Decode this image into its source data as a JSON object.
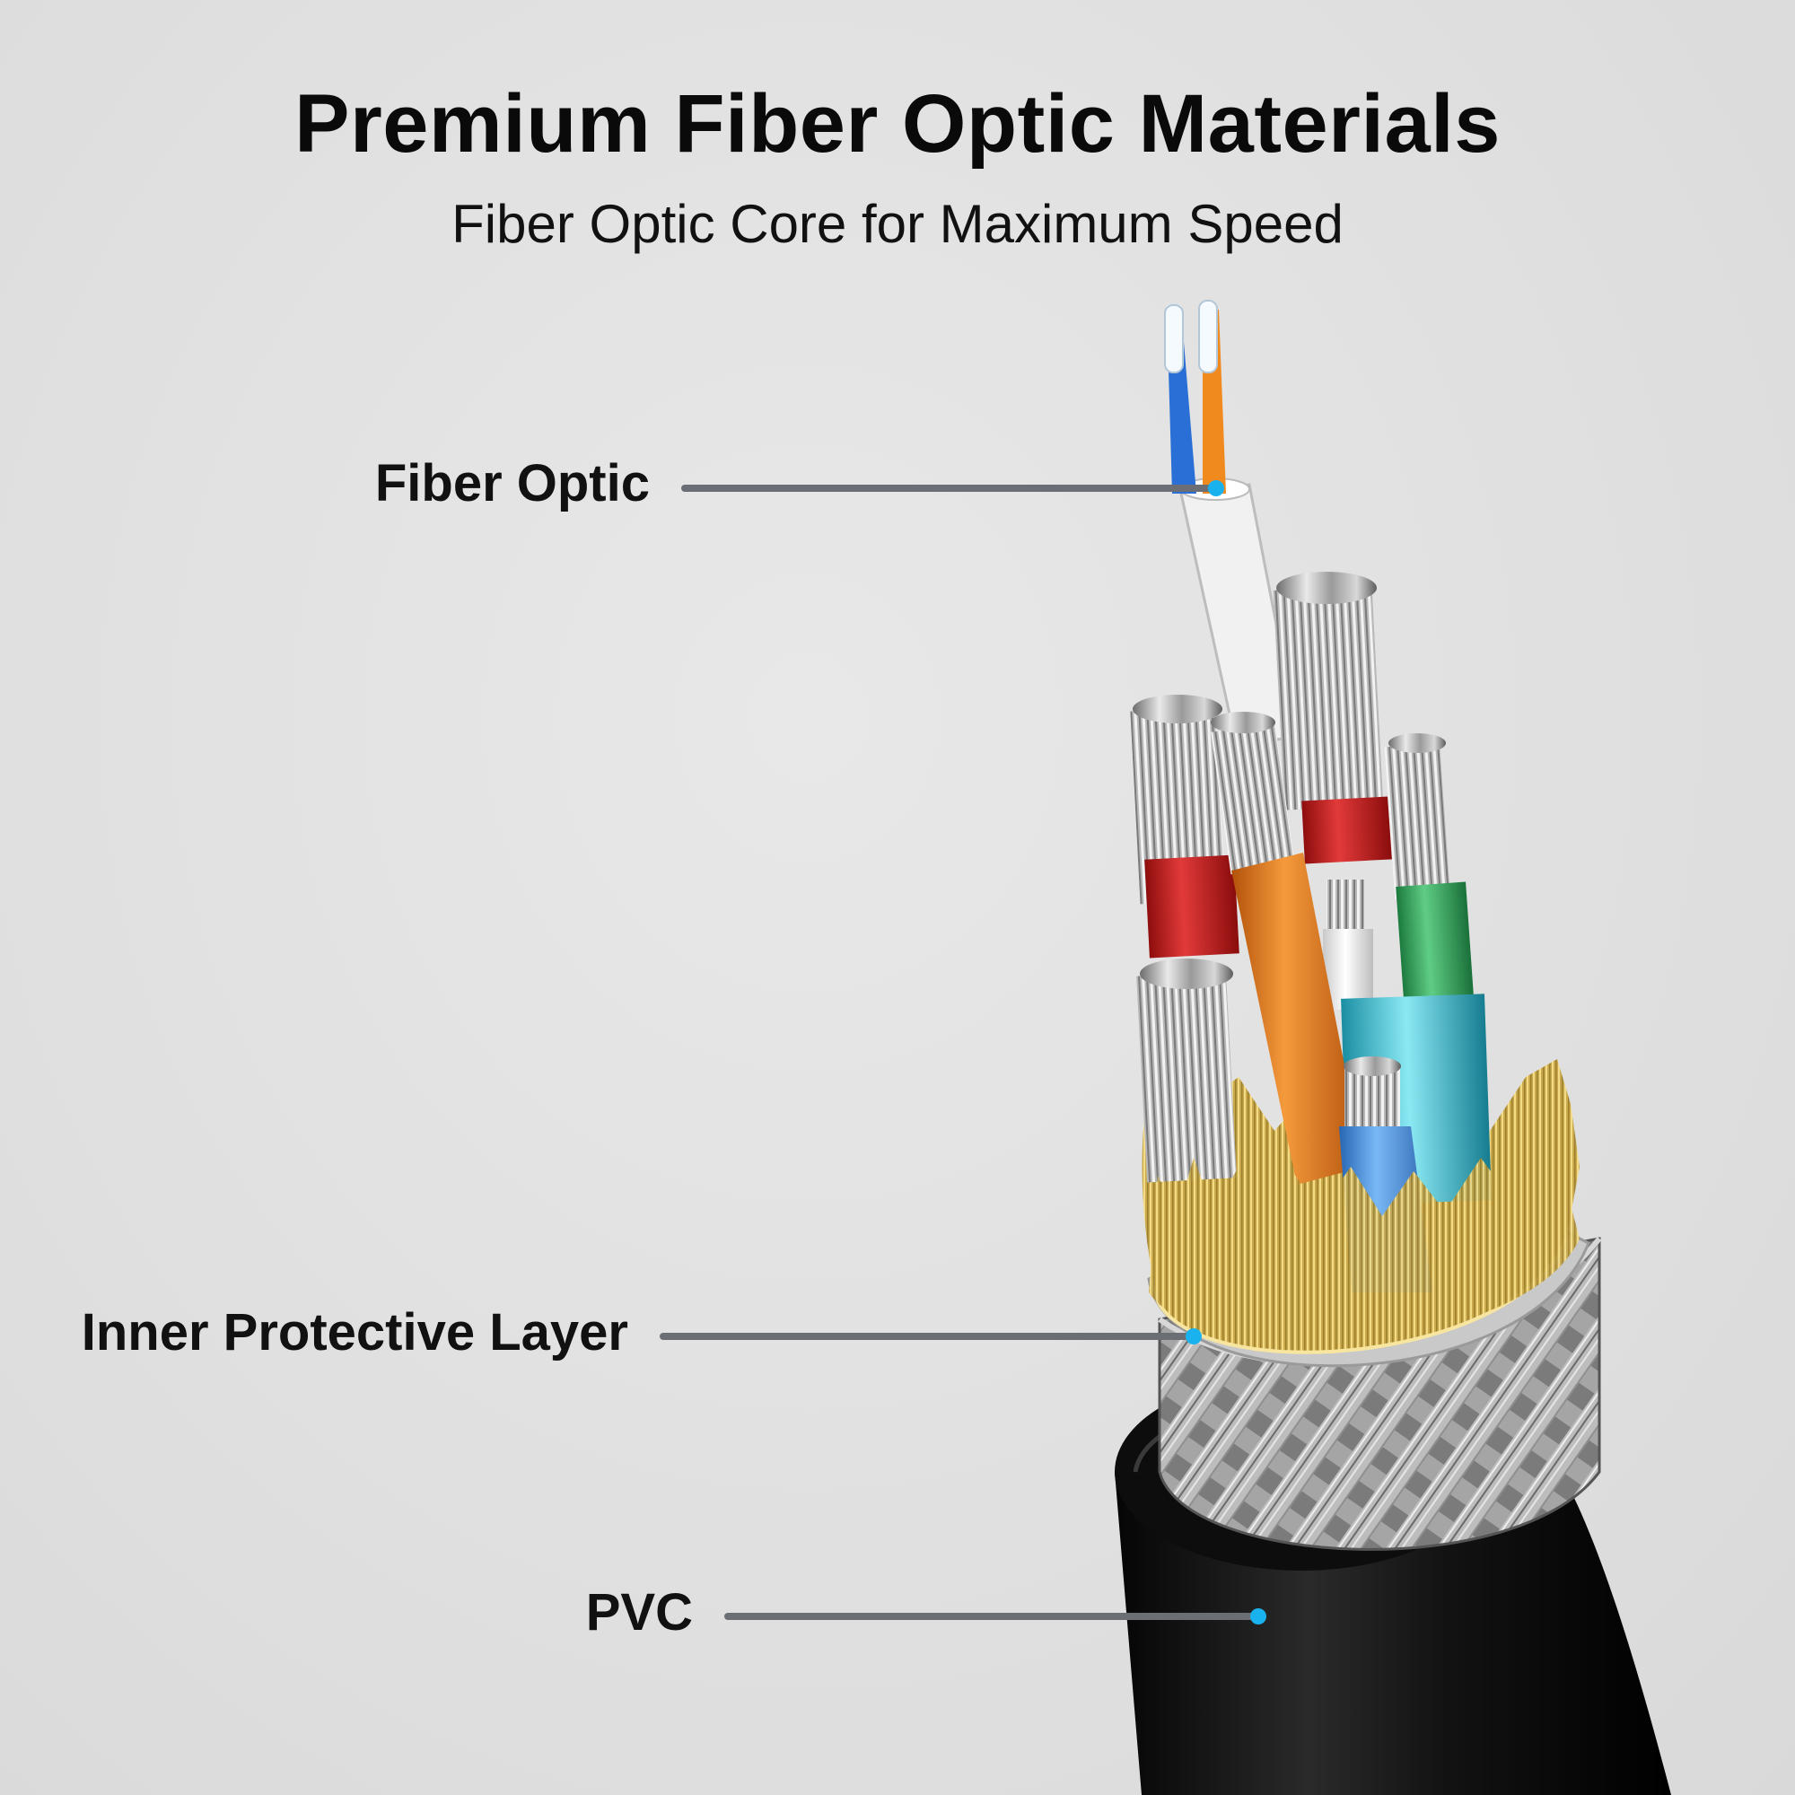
{
  "header": {
    "title": "Premium Fiber Optic Materials",
    "subtitle": "Fiber Optic Core for Maximum Speed"
  },
  "callouts": [
    {
      "label": "Fiber Optic"
    },
    {
      "label": "Inner Protective Layer"
    },
    {
      "label": "PVC"
    }
  ],
  "colors": {
    "background": "#e3e3e3",
    "callout_line": "#6b6e74",
    "callout_dot": "#1ab2ee",
    "jacket": "#111111",
    "copper_strand": "#d8bf63",
    "braid": "#9b9b9b",
    "red_insulation": "#c81e1e",
    "orange_insulation": "#e8781e",
    "green_insulation": "#2fa35a",
    "blue_insulation": "#3f8fe0",
    "cyan_foil": "#36c2d6",
    "fiber_blue": "#2a6fd6",
    "fiber_orange": "#f08a1e"
  }
}
